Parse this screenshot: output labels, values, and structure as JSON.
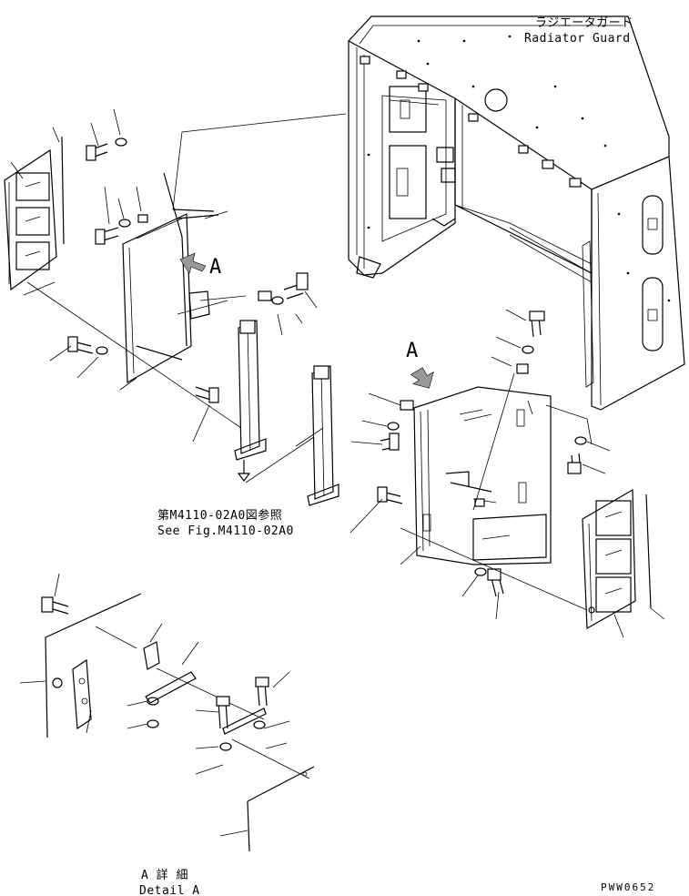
{
  "labels": {
    "radiator_guard_jp": "ラジエータガード",
    "radiator_guard_en": "Radiator Guard",
    "see_fig_jp": "第M4110-02A0図参照",
    "see_fig_en": "See Fig.M4110-02A0",
    "view_a_top": "A",
    "view_a_right": "A",
    "detail_jp": "A 詳 細",
    "detail_en": "Detail A",
    "drawing_code": "PWW0652"
  }
}
